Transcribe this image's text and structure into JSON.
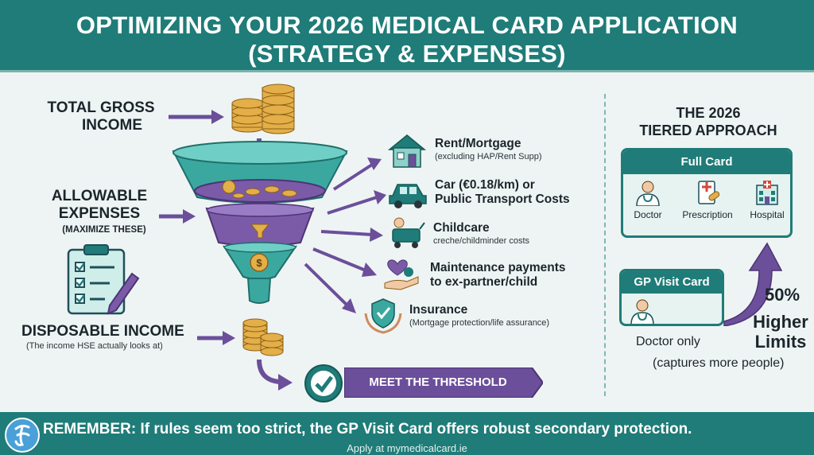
{
  "header": {
    "title_line1": "OPTIMIZING YOUR 2026 MEDICAL CARD APPLICATION",
    "title_line2": "(STRATEGY & EXPENSES)"
  },
  "funnel": {
    "gross_income_line1": "TOTAL GROSS",
    "gross_income_line2": "INCOME",
    "allowable_line1": "ALLOWABLE",
    "allowable_line2": "EXPENSES",
    "allowable_note": "(MAXIMIZE THESE)",
    "disposable_title": "DISPOSABLE INCOME",
    "disposable_note": "(The income HSE actually looks at)",
    "funnel_symbol": "$",
    "threshold_label": "MEET THE THRESHOLD"
  },
  "expenses": [
    {
      "title": "Rent/Mortgage",
      "subtitle": "(excluding HAP/Rent Supp)",
      "icon": "house-icon"
    },
    {
      "title": "Car (€0.18/km) or",
      "title2": "Public Transport Costs",
      "icon": "car-icon"
    },
    {
      "title": "Childcare",
      "subtitle": "creche/childminder costs",
      "icon": "stroller-icon"
    },
    {
      "title": "Maintenance payments",
      "title2": "to ex-partner/child",
      "icon": "heart-hand-icon"
    },
    {
      "title": "Insurance",
      "subtitle": "(Mortgage protection/life assurance)",
      "icon": "shield-hands-icon"
    }
  ],
  "tiers": {
    "title_line1": "THE 2026",
    "title_line2": "TIERED APPROACH",
    "full_card": {
      "label": "Full Card",
      "items": [
        "Doctor",
        "Prescription",
        "Hospital"
      ]
    },
    "gp_card": {
      "label": "GP Visit Card",
      "coverage": "Doctor only",
      "note": "(captures more people)"
    },
    "higher_limits_pct": "50%",
    "higher_limits_line1": "Higher",
    "higher_limits_line2": "Limits"
  },
  "footer": {
    "message": "REMEMBER: If rules seem too strict, the GP Visit Card offers robust secondary protection.",
    "url": "Apply at mymedicalcard.ie"
  },
  "colors": {
    "teal": "#1f7c78",
    "purple": "#6b4f9a",
    "gold": "#d9a23a"
  }
}
